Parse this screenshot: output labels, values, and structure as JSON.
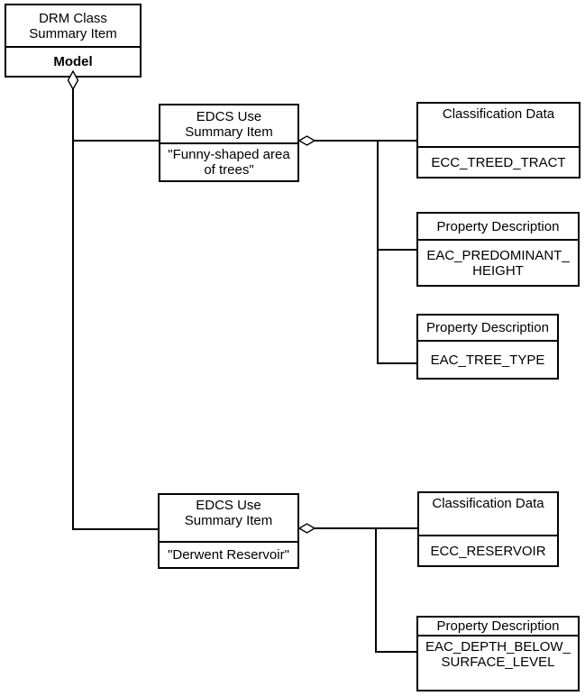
{
  "diagram_type": "uml-aggregation-diagram",
  "colors": {
    "background": "#ffffff",
    "line": "#000000",
    "text": "#000000",
    "box_fill": "#ffffff"
  },
  "icons": {
    "aggregation_diamond": "hollow-diamond"
  },
  "boxes": {
    "model": {
      "header": [
        "DRM Class",
        "Summary Item"
      ],
      "body": [
        "Model"
      ]
    },
    "edcs_trees": {
      "header": [
        "EDCS Use",
        "Summary Item"
      ],
      "body": [
        "\"Funny-shaped area",
        "of trees\""
      ]
    },
    "class_treed_tract": {
      "header": [
        "Classification Data"
      ],
      "body": [
        "ECC_TREED_TRACT"
      ]
    },
    "prop_predominant_height": {
      "header": [
        "Property Description"
      ],
      "body": [
        "EAC_PREDOMINANT_",
        "HEIGHT"
      ]
    },
    "prop_tree_type": {
      "header": [
        "Property Description"
      ],
      "body": [
        "EAC_TREE_TYPE"
      ]
    },
    "edcs_reservoir": {
      "header": [
        "EDCS Use",
        "Summary Item"
      ],
      "body": [
        "\"Derwent Reservoir\""
      ]
    },
    "class_reservoir": {
      "header": [
        "Classification Data"
      ],
      "body": [
        "ECC_RESERVOIR"
      ]
    },
    "prop_depth_below": {
      "header": [
        "Property Description"
      ],
      "body": [
        "EAC_DEPTH_BELOW_",
        "SURFACE_LEVEL"
      ]
    }
  }
}
